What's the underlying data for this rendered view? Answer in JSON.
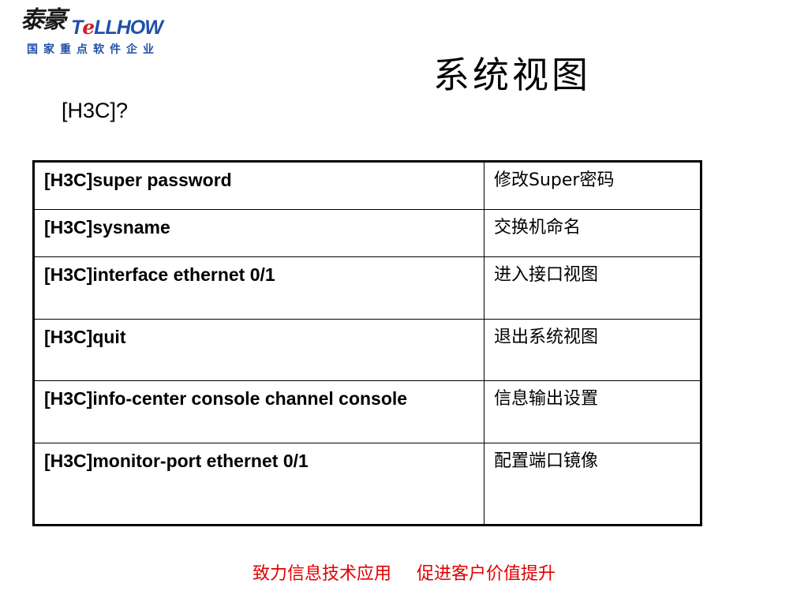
{
  "logo": {
    "cn": "泰豪",
    "en_prefix": "T",
    "en_mark": "e",
    "en_suffix": "LLHOW",
    "sub": "国家重点软件企业"
  },
  "title": "系统视图",
  "prompt": "[H3C]?",
  "table": {
    "rows": [
      {
        "cmd": "[H3C]super password",
        "desc": "修改Super密码"
      },
      {
        "cmd": "[H3C]sysname",
        "desc": "交换机命名"
      },
      {
        "cmd": "[H3C]interface ethernet 0/1",
        "desc": "进入接口视图"
      },
      {
        "cmd": "[H3C]quit",
        "desc": "退出系统视图"
      },
      {
        "cmd": "[H3C]info-center console channel console",
        "desc": "信息输出设置"
      },
      {
        "cmd": "[H3C]monitor-port ethernet 0/1",
        "desc": "配置端口镜像"
      }
    ]
  },
  "footer": {
    "left": "致力信息技术应用",
    "right": "促进客户价值提升"
  },
  "colors": {
    "footer": "#e00000",
    "logo_blue": "#1f4fa8",
    "logo_red": "#d21f2b"
  }
}
